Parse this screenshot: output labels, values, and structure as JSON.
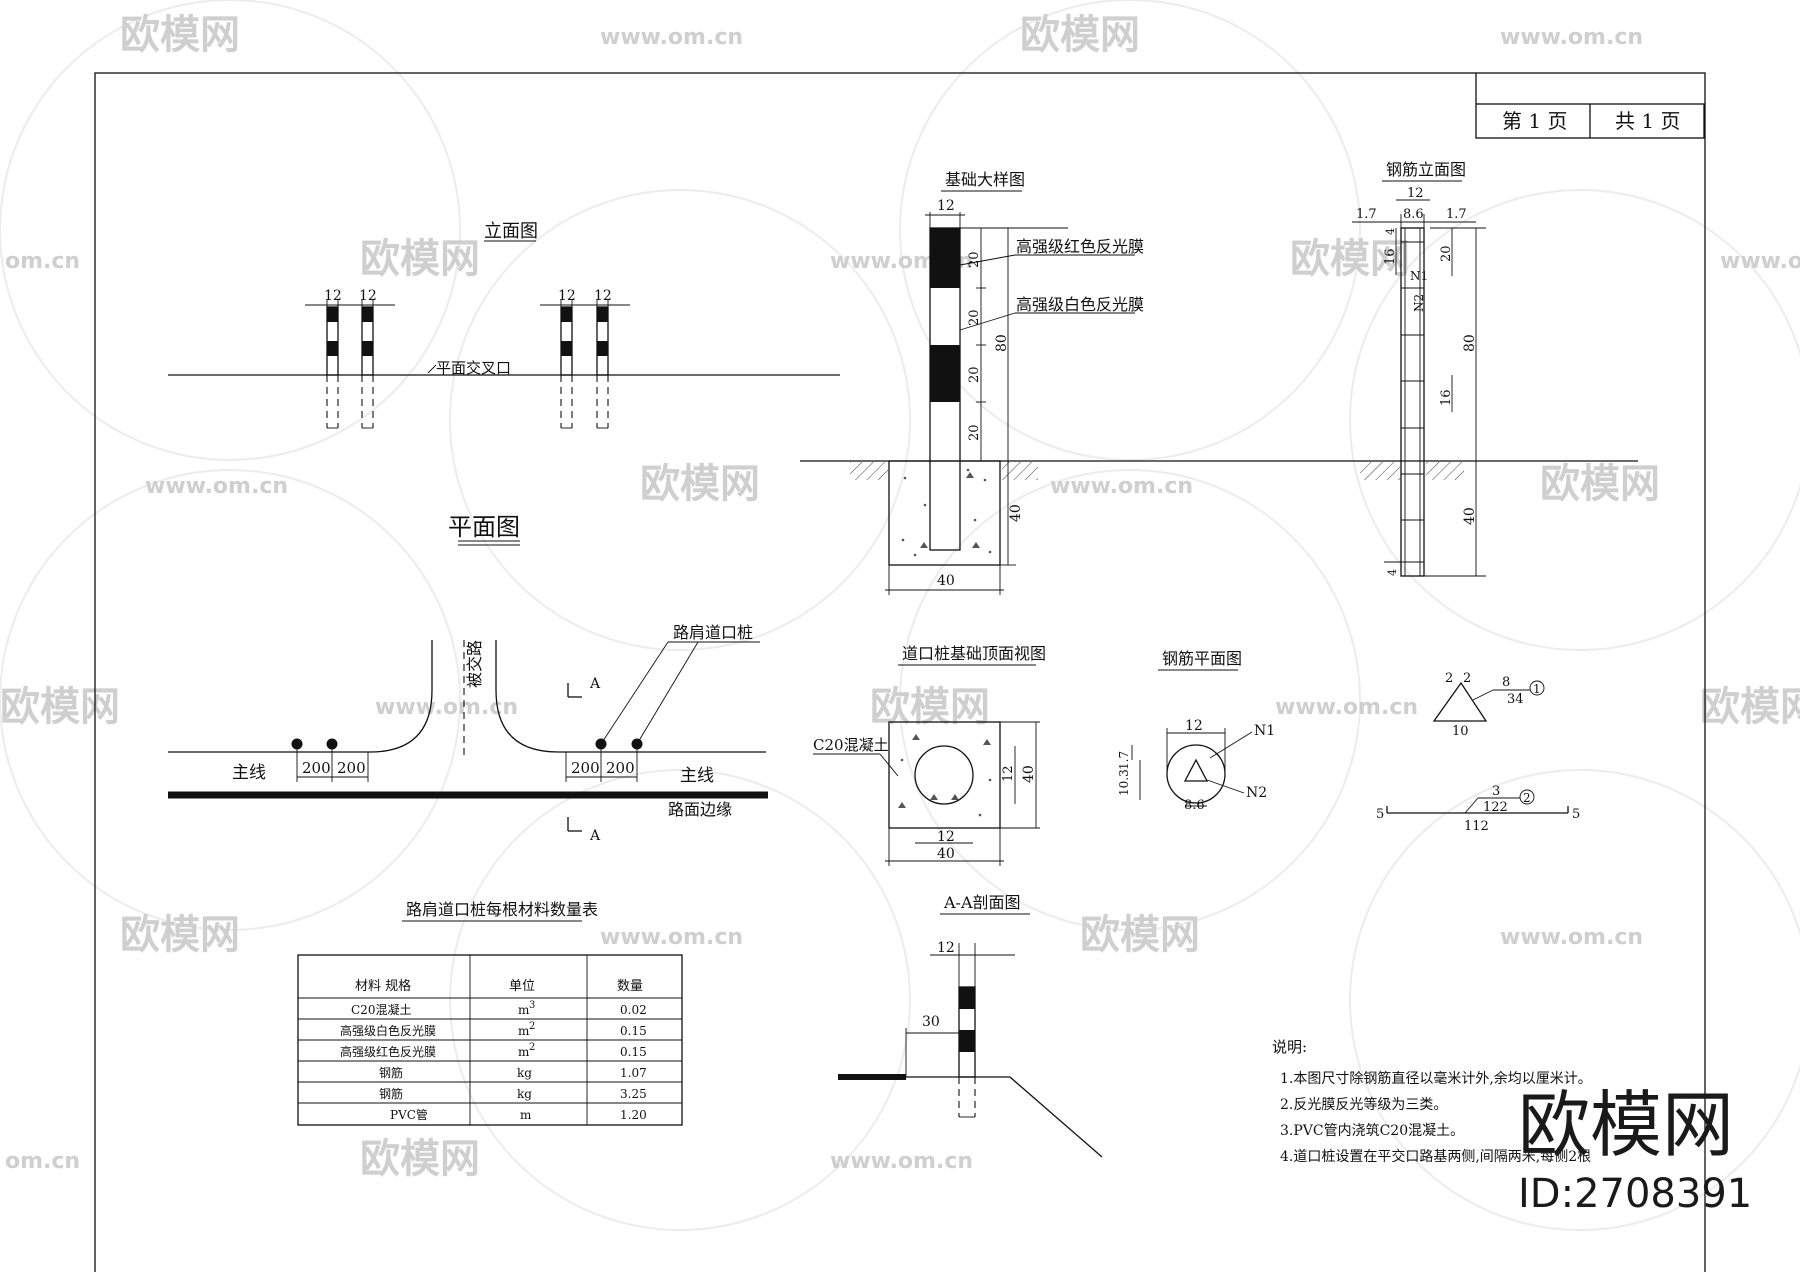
{
  "title_block": {
    "page": "第 1 页",
    "total": "共 1 页"
  },
  "elevation": {
    "title": "立面图",
    "dim_width": "12",
    "crossing_label": "平面交叉口"
  },
  "plan": {
    "title": "平面图",
    "crossing_road": "被交路",
    "post_label": "路肩道口桩",
    "main_left": "主线",
    "main_right": "主线",
    "edge": "路面边缘",
    "spacing": "200",
    "section_mark": "A"
  },
  "material_table": {
    "title": "路肩道口桩每根材料数量表",
    "headers": [
      "材料 规格",
      "单位",
      "数量"
    ],
    "rows": [
      {
        "material": "C20混凝土",
        "unit": "m",
        "unit_sup": "3",
        "qty": "0.02"
      },
      {
        "material": "高强级白色反光膜",
        "unit": "m",
        "unit_sup": "2",
        "qty": "0.15"
      },
      {
        "material": "高强级红色反光膜",
        "unit": "m",
        "unit_sup": "2",
        "qty": "0.15"
      },
      {
        "material": "钢筋",
        "unit": "kg",
        "unit_sup": "",
        "qty": "1.07"
      },
      {
        "material": "钢筋",
        "unit": "kg",
        "unit_sup": "",
        "qty": "3.25"
      },
      {
        "material": "PVC管",
        "unit": "m",
        "unit_sup": "",
        "qty": "1.20"
      }
    ]
  },
  "foundation": {
    "title": "基础大样图",
    "red_film": "高强级红色反光膜",
    "white_film": "高强级白色反光膜",
    "top_dim": "12",
    "seg_dim": "20",
    "total_dim": "80",
    "depth_dim": "40",
    "width_dim": "40"
  },
  "rebar_elev": {
    "title": "钢筋立面图",
    "top": "12",
    "side": "1.7",
    "mid": "8.6",
    "d16": "16",
    "d20": "20",
    "d80": "80",
    "d40": "40",
    "n1": "N1",
    "n2": "N2",
    "d4": "4"
  },
  "top_view": {
    "title": "道口桩基础顶面视图",
    "concrete": "C20混凝土",
    "d12": "12",
    "d40": "40"
  },
  "rebar_plan": {
    "title": "钢筋平面图",
    "d12": "12",
    "d17": "1.7",
    "d103": "10.3",
    "d86": "8.6",
    "n1": "N1",
    "n2": "N2"
  },
  "bend": {
    "tri_left": "2",
    "tri_right": "2",
    "tri_base": "10",
    "tri_a": "8",
    "tri_b": "34",
    "tri_no": "1",
    "bar_end_l": "5",
    "bar_end_r": "5",
    "bar_mid": "122",
    "bar_len": "112",
    "bar_top": "3",
    "bar_no": "2"
  },
  "section": {
    "title": "A-A剖面图",
    "w": "12",
    "offset": "30"
  },
  "notes": {
    "heading": "说明:",
    "items": [
      "1.本图尺寸除钢筋直径以毫米计外,余均以厘米计。",
      "2.反光膜反光等级为三类。",
      "3.PVC管内浇筑C20混凝土。",
      "4.道口桩设置在平交口路基两侧,间隔两米,每侧2根"
    ]
  },
  "watermark": {
    "brand": "欧模网",
    "url": "www.om.cn",
    "short": "om.cn",
    "id": "ID:2708391"
  }
}
